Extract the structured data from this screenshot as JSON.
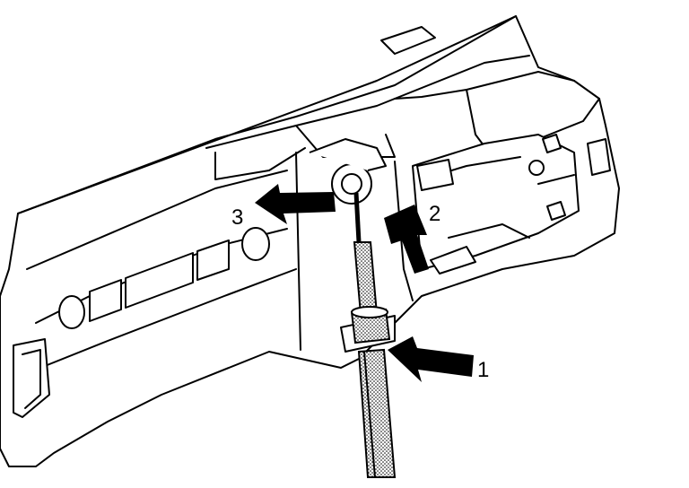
{
  "diagram": {
    "callouts": [
      {
        "id": "callout-1",
        "label": "1"
      },
      {
        "id": "callout-2",
        "label": "2"
      },
      {
        "id": "callout-3",
        "label": "3"
      }
    ]
  },
  "colors": {
    "line": "#000000",
    "background": "#ffffff",
    "cable_fill": "#d9d9d9"
  }
}
